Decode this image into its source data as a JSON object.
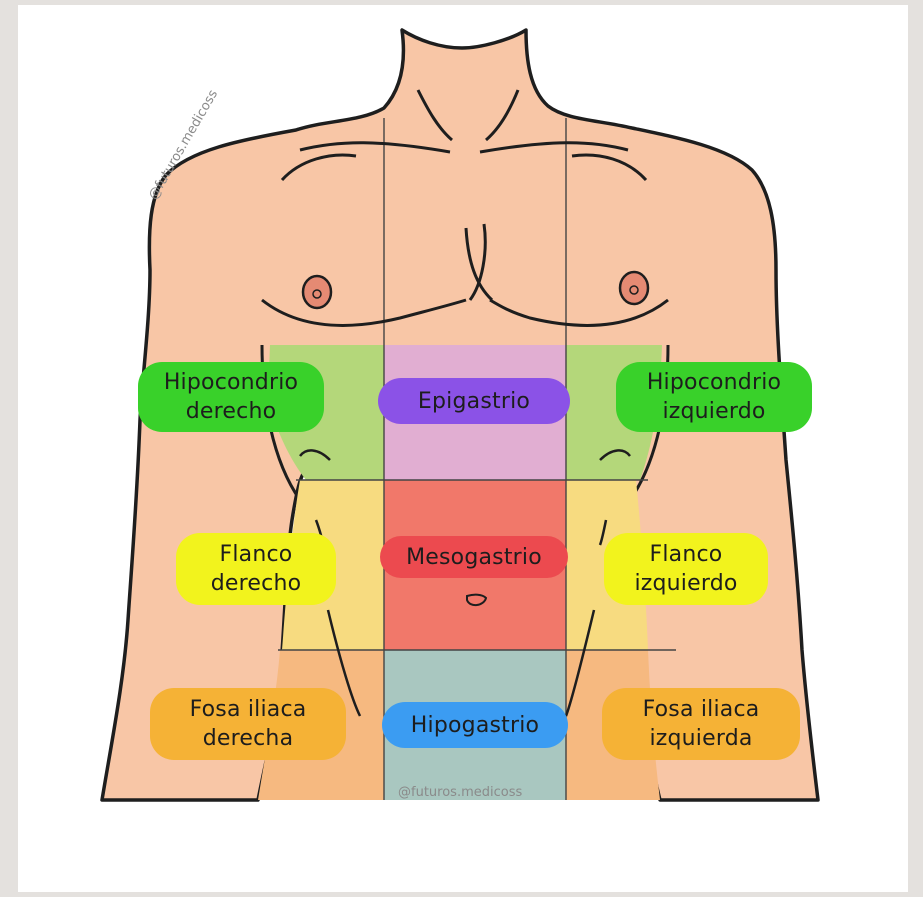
{
  "watermark": "@futuros.medicoss",
  "colors": {
    "skin": "#f8c6a6",
    "outline": "#1e1e1e",
    "nipple": "#e58a73",
    "hypochondrium_region": "#b4d77a",
    "epigastric_region": "#e1aed2",
    "flank_region": "#f7db80",
    "mesogastric_region": "#f1786a",
    "iliac_region": "#f6b980",
    "hypogastric_region": "#a9c7c0",
    "label_green": "#39d12a",
    "label_purple": "#8b52e7",
    "label_yellow": "#f2f31d",
    "label_red": "#ec4a4f",
    "label_orange": "#f5b236",
    "label_blue": "#3b9cf2"
  },
  "regions": {
    "hipocondrio_derecho": [
      "Hipocondrio",
      "derecho"
    ],
    "epigastrio": "Epigastrio",
    "hipocondrio_izquierdo": [
      "Hipocondrio",
      "izquierdo"
    ],
    "flanco_derecho": [
      "Flanco",
      "derecho"
    ],
    "mesogastrio": "Mesogastrio",
    "flanco_izquierdo": [
      "Flanco",
      "izquierdo"
    ],
    "fosa_iliaca_derecha": [
      "Fosa iliaca",
      "derecha"
    ],
    "hipogastrio": "Hipogastrio",
    "fosa_iliaca_izquierda": [
      "Fosa iliaca",
      "izquierda"
    ]
  }
}
